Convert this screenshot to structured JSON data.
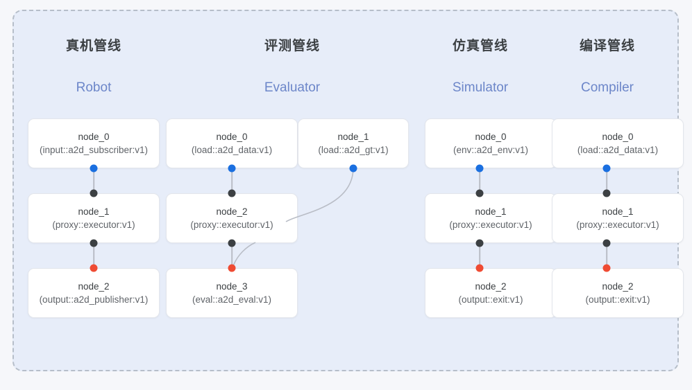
{
  "panel": {
    "border_style": "dashed",
    "background": "#e7edf9",
    "border_color": "#b6bec9"
  },
  "colors": {
    "output_port": "#1a6fe0",
    "link_port": "#3c4043",
    "terminal_port": "#ef4b33",
    "title_cn": "#3c4043",
    "title_en": "#6c86c9",
    "edge": "#b9bdc6"
  },
  "columns": [
    {
      "id": "robot",
      "title_cn": "真机管线",
      "title_en": "Robot",
      "nodes": [
        {
          "name": "node_0",
          "type": "(input::a2d_subscriber:v1)"
        },
        {
          "name": "node_1",
          "type": "(proxy::executor:v1)"
        },
        {
          "name": "node_2",
          "type": "(output::a2d_publisher:v1)"
        }
      ]
    },
    {
      "id": "evaluator",
      "title_cn": "评测管线",
      "title_en": "Evaluator",
      "nodes": [
        {
          "name": "node_0",
          "type": "(load::a2d_data:v1)"
        },
        {
          "name": "node_2",
          "type": "(proxy::executor:v1)"
        },
        {
          "name": "node_3",
          "type": "(eval::a2d_eval:v1)"
        }
      ],
      "side_nodes": [
        {
          "name": "node_1",
          "type": "(load::a2d_gt:v1)"
        }
      ]
    },
    {
      "id": "simulator",
      "title_cn": "仿真管线",
      "title_en": "Simulator",
      "nodes": [
        {
          "name": "node_0",
          "type": "(env::a2d_env:v1)"
        },
        {
          "name": "node_1",
          "type": "(proxy::executor:v1)"
        },
        {
          "name": "node_2",
          "type": "(output::exit:v1)"
        }
      ]
    },
    {
      "id": "compiler",
      "title_cn": "编译管线",
      "title_en": "Compiler",
      "nodes": [
        {
          "name": "node_0",
          "type": "(load::a2d_data:v1)"
        },
        {
          "name": "node_1",
          "type": "(proxy::executor:v1)"
        },
        {
          "name": "node_2",
          "type": "(output::exit:v1)"
        }
      ]
    }
  ]
}
